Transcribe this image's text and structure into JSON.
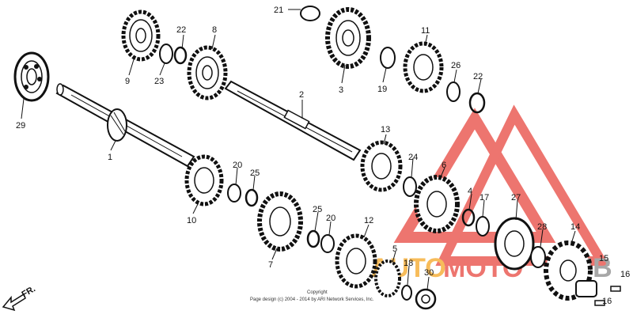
{
  "diagram": {
    "title": "Transmission parts diagram",
    "copyright_line1": "Copyright",
    "copyright_line2": "Page design (c) 2004 - 2014 by ARI Network Services, Inc.",
    "direction_label": "FR."
  },
  "parts": [
    {
      "id": "p1",
      "number": "1"
    },
    {
      "id": "p2",
      "number": "2"
    },
    {
      "id": "p3",
      "number": "3"
    },
    {
      "id": "p4",
      "number": "4"
    },
    {
      "id": "p5",
      "number": "5"
    },
    {
      "id": "p6",
      "number": "6"
    },
    {
      "id": "p7",
      "number": "7"
    },
    {
      "id": "p8",
      "number": "8"
    },
    {
      "id": "p9",
      "number": "9"
    },
    {
      "id": "p10",
      "number": "10"
    },
    {
      "id": "p11",
      "number": "11"
    },
    {
      "id": "p12",
      "number": "12"
    },
    {
      "id": "p13",
      "number": "13"
    },
    {
      "id": "p14",
      "number": "14"
    },
    {
      "id": "p15",
      "number": "15"
    },
    {
      "id": "p16a",
      "number": "16"
    },
    {
      "id": "p16b",
      "number": "16"
    },
    {
      "id": "p17",
      "number": "17"
    },
    {
      "id": "p18",
      "number": "18"
    },
    {
      "id": "p19",
      "number": "19"
    },
    {
      "id": "p20a",
      "number": "20"
    },
    {
      "id": "p20b",
      "number": "20"
    },
    {
      "id": "p21",
      "number": "21"
    },
    {
      "id": "p22a",
      "number": "22"
    },
    {
      "id": "p22b",
      "number": "22"
    },
    {
      "id": "p23",
      "number": "23"
    },
    {
      "id": "p24",
      "number": "24"
    },
    {
      "id": "p25a",
      "number": "25"
    },
    {
      "id": "p25b",
      "number": "25"
    },
    {
      "id": "p26",
      "number": "26"
    },
    {
      "id": "p27",
      "number": "27"
    },
    {
      "id": "p28",
      "number": "28"
    },
    {
      "id": "p29",
      "number": "29"
    },
    {
      "id": "p30",
      "number": "30"
    }
  ],
  "watermark": {
    "text_auto": "AUTO",
    "text_moto": "MOTO",
    "text_hub": "HUB",
    "color_red": "#e8473f",
    "color_orange": "#f5a623",
    "color_gray": "#8a8a8a"
  }
}
